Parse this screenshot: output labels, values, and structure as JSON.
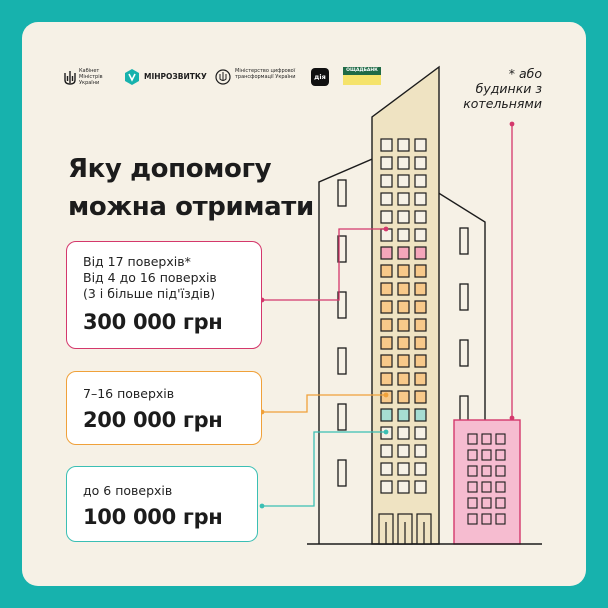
{
  "logos": {
    "cabinet": "Кабінет Міністрів України",
    "minrozvytku": "МІНРОЗВИТКУ",
    "mincifra": "Міністерство цифрової трансформації України",
    "diia": "дія",
    "oschadbank": "ОЩАДБАНК"
  },
  "title": {
    "line1": "Яку допомогу",
    "line2": "можна отримати"
  },
  "note": {
    "line1": "* або",
    "line2": "будинки з",
    "line3": "котельнями"
  },
  "tiers": [
    {
      "lines": [
        "Від 17 поверхів*",
        "Від 4 до 16 поверхів",
        "(3 і більше під'їздів)"
      ],
      "amount": "300 000 грн",
      "color": "#d4386c"
    },
    {
      "lines": [
        "7–16 поверхів"
      ],
      "amount": "200 000 грн",
      "color": "#f0a13a"
    },
    {
      "lines": [
        "до 6 поверхів"
      ],
      "amount": "100 000 грн",
      "color": "#3bbfb4"
    }
  ],
  "colors": {
    "background": "#17b2ad",
    "card": "#f6f1e6",
    "tower": "#efe3c2",
    "pink_window": "#f5a6ba",
    "orange_window": "#f7c98a",
    "teal_window": "#a6ddd2",
    "boiler": "#f6bcd0"
  }
}
